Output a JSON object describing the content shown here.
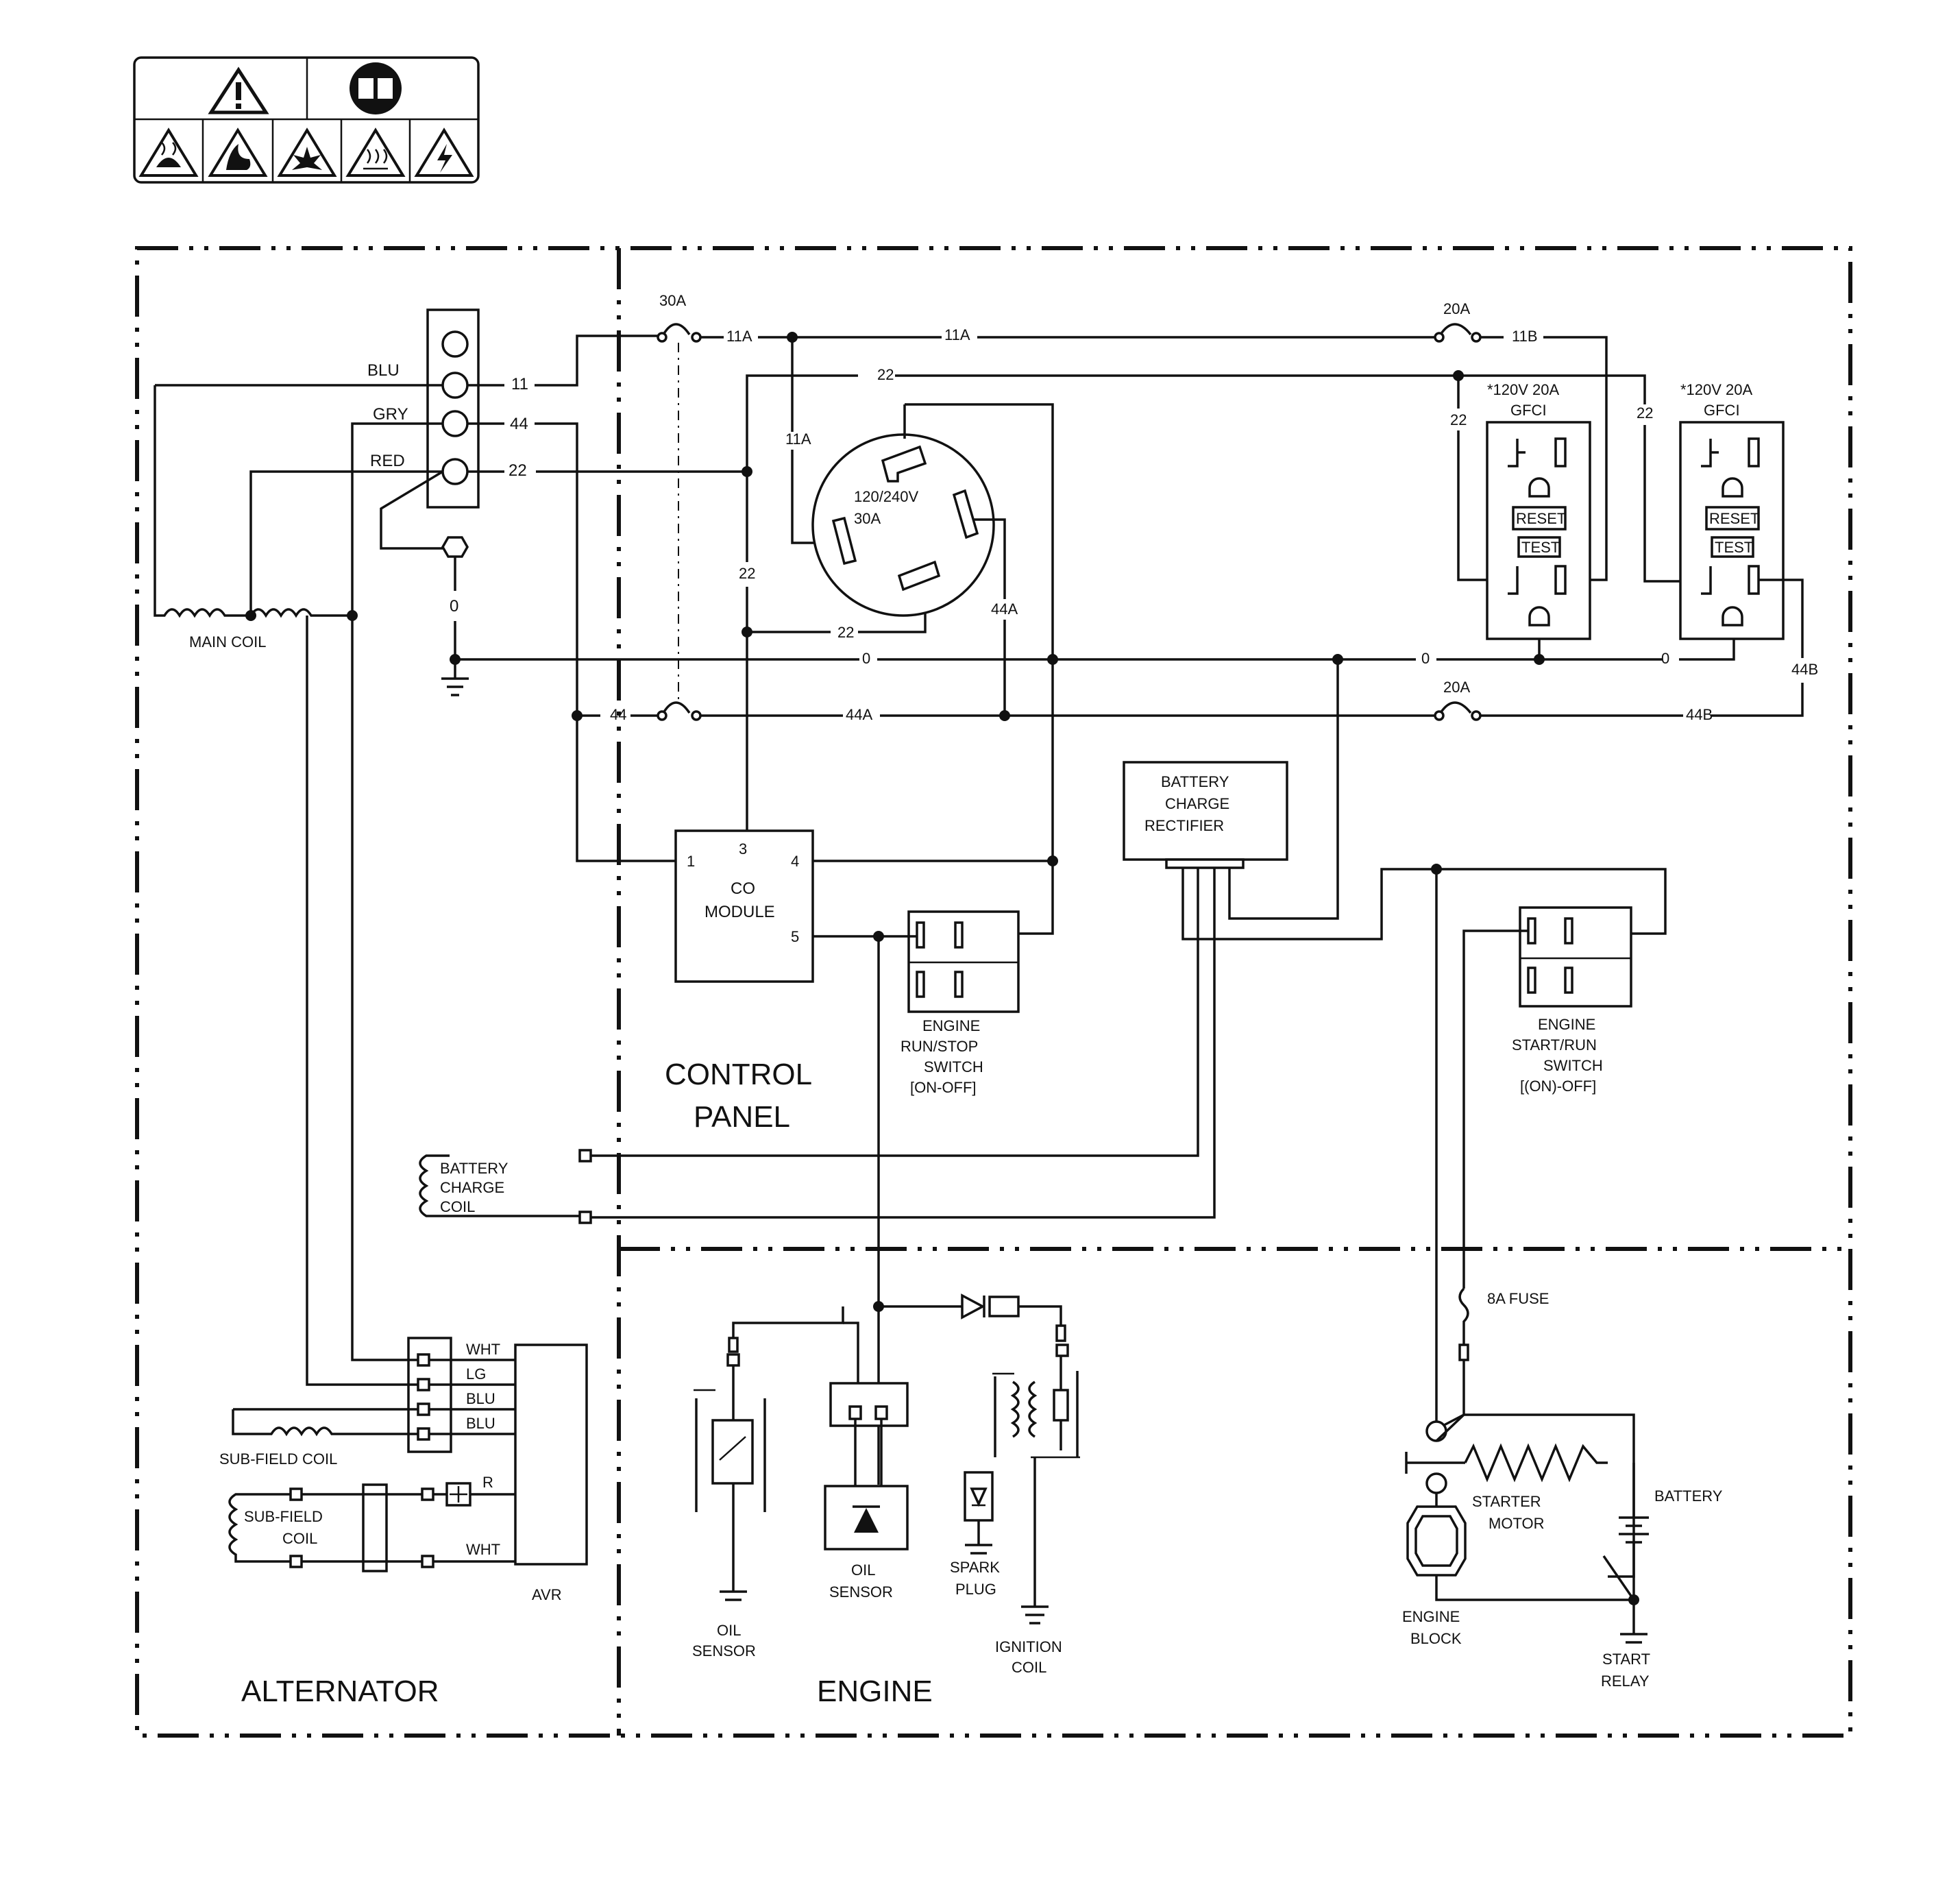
{
  "sections": {
    "alternator": "ALTERNATOR",
    "control_panel_line1": "CONTROL",
    "control_panel_line2": "PANEL",
    "engine": "ENGINE"
  },
  "wire_colors": {
    "blu": "BLU",
    "gry": "GRY",
    "red": "RED"
  },
  "wire_numbers": {
    "w11": "11",
    "w44": "44",
    "w22": "22",
    "w0": "0",
    "w11a": "11A",
    "w11b": "11B",
    "w44a": "44A",
    "w44b": "44B"
  },
  "breakers": {
    "main": "30A",
    "b20": "20A"
  },
  "twistlock": {
    "line1": "120/240V",
    "line2": "30A"
  },
  "gfci": {
    "line1": "*120V 20A",
    "line2": "GFCI",
    "reset": "RESET",
    "test": "TEST"
  },
  "components": {
    "main_coil": "MAIN COIL",
    "co_module_line1": "CO",
    "co_module_line2": "MODULE",
    "co_pins": [
      "1",
      "3",
      "4",
      "5"
    ],
    "rectifier": [
      "BATTERY",
      "CHARGE",
      "RECTIFIER"
    ],
    "run_stop": [
      "ENGINE",
      "RUN/STOP",
      "SWITCH",
      "[ON-OFF]"
    ],
    "start_run": [
      "ENGINE",
      "START/RUN",
      "SWITCH",
      "[(ON)-OFF]"
    ],
    "battery_charge_coil": [
      "BATTERY",
      "CHARGE",
      "COIL"
    ],
    "avr_wires": [
      "WHT",
      "LG",
      "BLU",
      "BLU"
    ],
    "sub_field_coil_top": "SUB-FIELD COIL",
    "sub_field_coil_bottom": [
      "SUB-FIELD",
      "COIL"
    ],
    "avr_r": "R",
    "avr_wht": "WHT",
    "avr": "AVR",
    "oil_sensor_left": [
      "OIL",
      "SENSOR"
    ],
    "oil_sensor_mid": [
      "OIL",
      "SENSOR"
    ],
    "spark_plug": [
      "SPARK",
      "PLUG"
    ],
    "ignition_coil": [
      "IGNITION",
      "COIL"
    ],
    "fuse_8a": "8A FUSE",
    "starter_motor": [
      "STARTER",
      "MOTOR"
    ],
    "battery": "BATTERY",
    "engine_block": [
      "ENGINE",
      "BLOCK"
    ],
    "start_relay": [
      "START",
      "RELAY"
    ]
  },
  "icons": [
    "warning-triangle-icon",
    "read-manual-icon",
    "toxic-fumes-icon",
    "fire-icon",
    "explosion-icon",
    "hot-surface-icon",
    "electric-shock-icon"
  ],
  "colors": {
    "ink": "#111111",
    "paper": "#ffffff"
  }
}
